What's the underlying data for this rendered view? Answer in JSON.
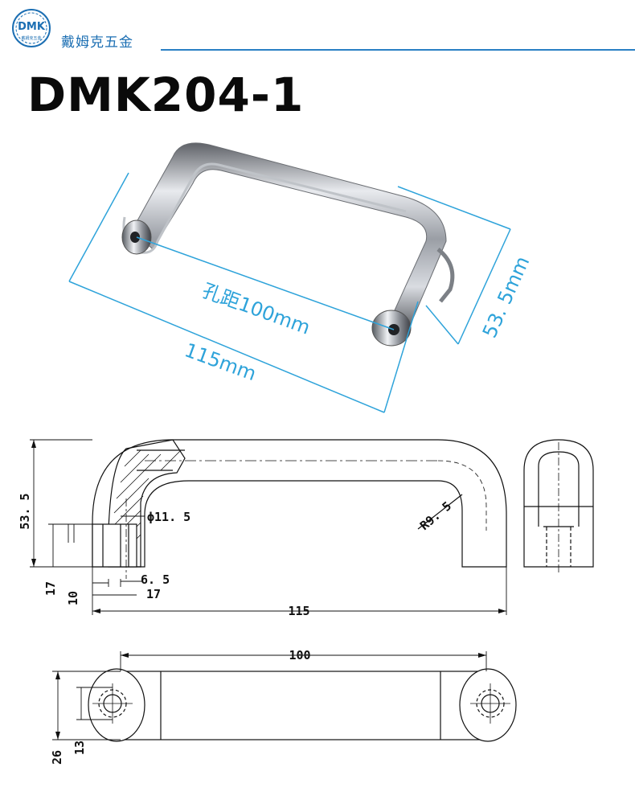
{
  "header": {
    "logo_text": "DMK",
    "logo_subtext": "戴姆克五金",
    "brand_name": "戴姆克五金"
  },
  "product": {
    "model": "DMK204-1"
  },
  "photo_dimensions": {
    "hole_pitch": "孔距100mm",
    "overall_length": "115mm",
    "height": "53. 5mm"
  },
  "drawing_dimensions": {
    "height_53_5": "53. 5",
    "diameter": "ϕ11. 5",
    "radius": "R9. 5",
    "dim_6_5": "6. 5",
    "dim_17_h": "17",
    "dim_17_v": "17",
    "dim_10": "10",
    "dim_115": "115",
    "dim_100": "100",
    "dim_26": "26",
    "dim_13": "13"
  },
  "colors": {
    "brand_blue": "#1c6fb3",
    "dimension_blue": "#2ea3da"
  }
}
